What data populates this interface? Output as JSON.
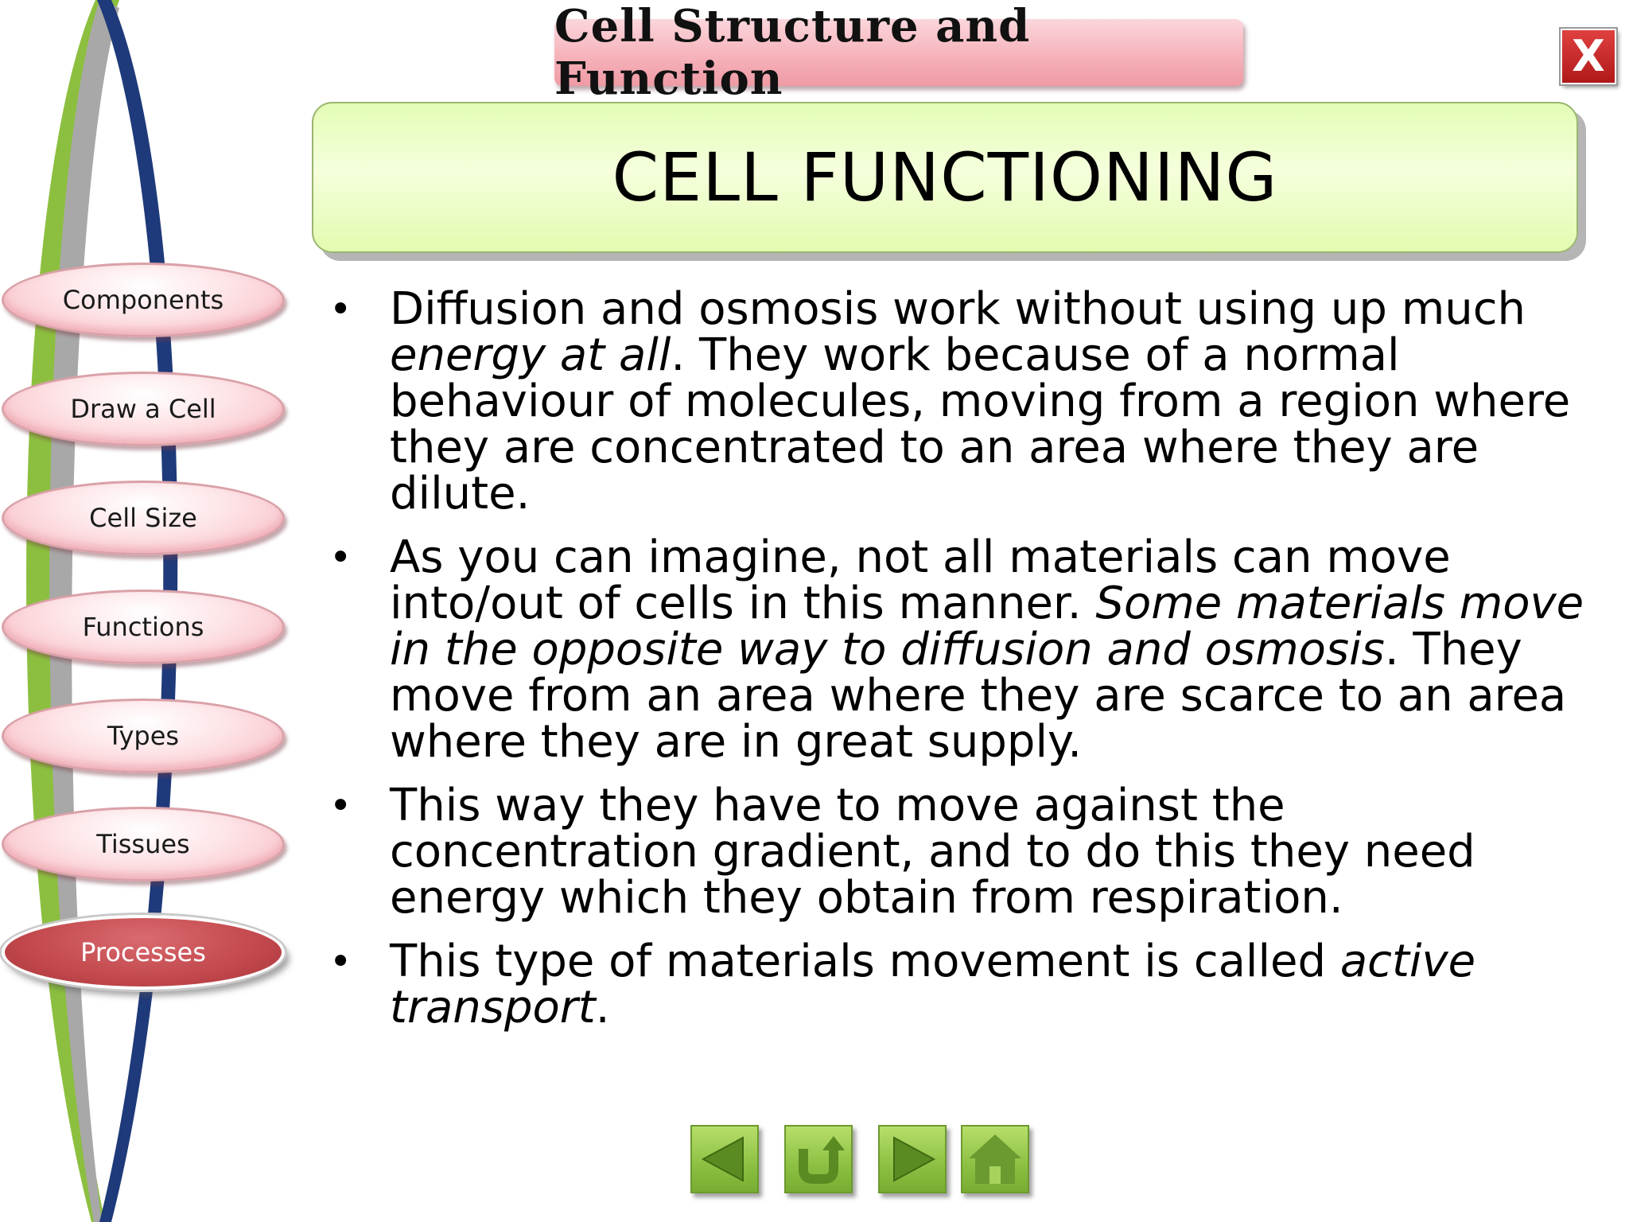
{
  "header": {
    "banner_title": "Cell Structure and Function",
    "close_label": "X"
  },
  "sidebar": {
    "items": [
      {
        "label": "Components",
        "active": false
      },
      {
        "label": "Draw a Cell",
        "active": false
      },
      {
        "label": "Cell Size",
        "active": false
      },
      {
        "label": "Functions",
        "active": false
      },
      {
        "label": "Types",
        "active": false
      },
      {
        "label": "Tissues",
        "active": false
      },
      {
        "label": "Processes",
        "active": true
      }
    ]
  },
  "main": {
    "title": "CELL FUNCTIONING",
    "bullets": [
      {
        "segments": [
          {
            "text": "Diffusion and osmosis work without using up much ",
            "italic": false
          },
          {
            "text": "energy at all",
            "italic": true
          },
          {
            "text": ". They work because of a normal behaviour of molecules, moving from a region where they are concentrated to an area where they are dilute.",
            "italic": false
          }
        ]
      },
      {
        "segments": [
          {
            "text": "As you can imagine, not all materials can move into/out of cells in this manner. ",
            "italic": false
          },
          {
            "text": "Some materials move in the opposite way to diffusion and osmosis",
            "italic": true
          },
          {
            "text": ". They move from an area where they are scarce to an area where they are in great supply.",
            "italic": false
          }
        ]
      },
      {
        "segments": [
          {
            "text": "This way they have to move against the concentration gradient, and to do this they need energy which they obtain from respiration.",
            "italic": false
          }
        ]
      },
      {
        "segments": [
          {
            "text": "This type of materials movement is called ",
            "italic": false
          },
          {
            "text": "active transport",
            "italic": true
          },
          {
            "text": ".",
            "italic": false
          }
        ]
      }
    ]
  },
  "footer_nav": {
    "buttons": [
      {
        "icon": "back-arrow-icon"
      },
      {
        "icon": "return-icon"
      },
      {
        "icon": "forward-arrow-icon"
      },
      {
        "icon": "home-icon"
      }
    ]
  },
  "colors": {
    "pill_active": "#c2484d",
    "title_panel": "#e3fdb5",
    "banner": "#f6b3bb",
    "nav_green": "#8cc043",
    "swoosh_green": "#8cbf3f",
    "swoosh_blue": "#1f3a7a"
  }
}
